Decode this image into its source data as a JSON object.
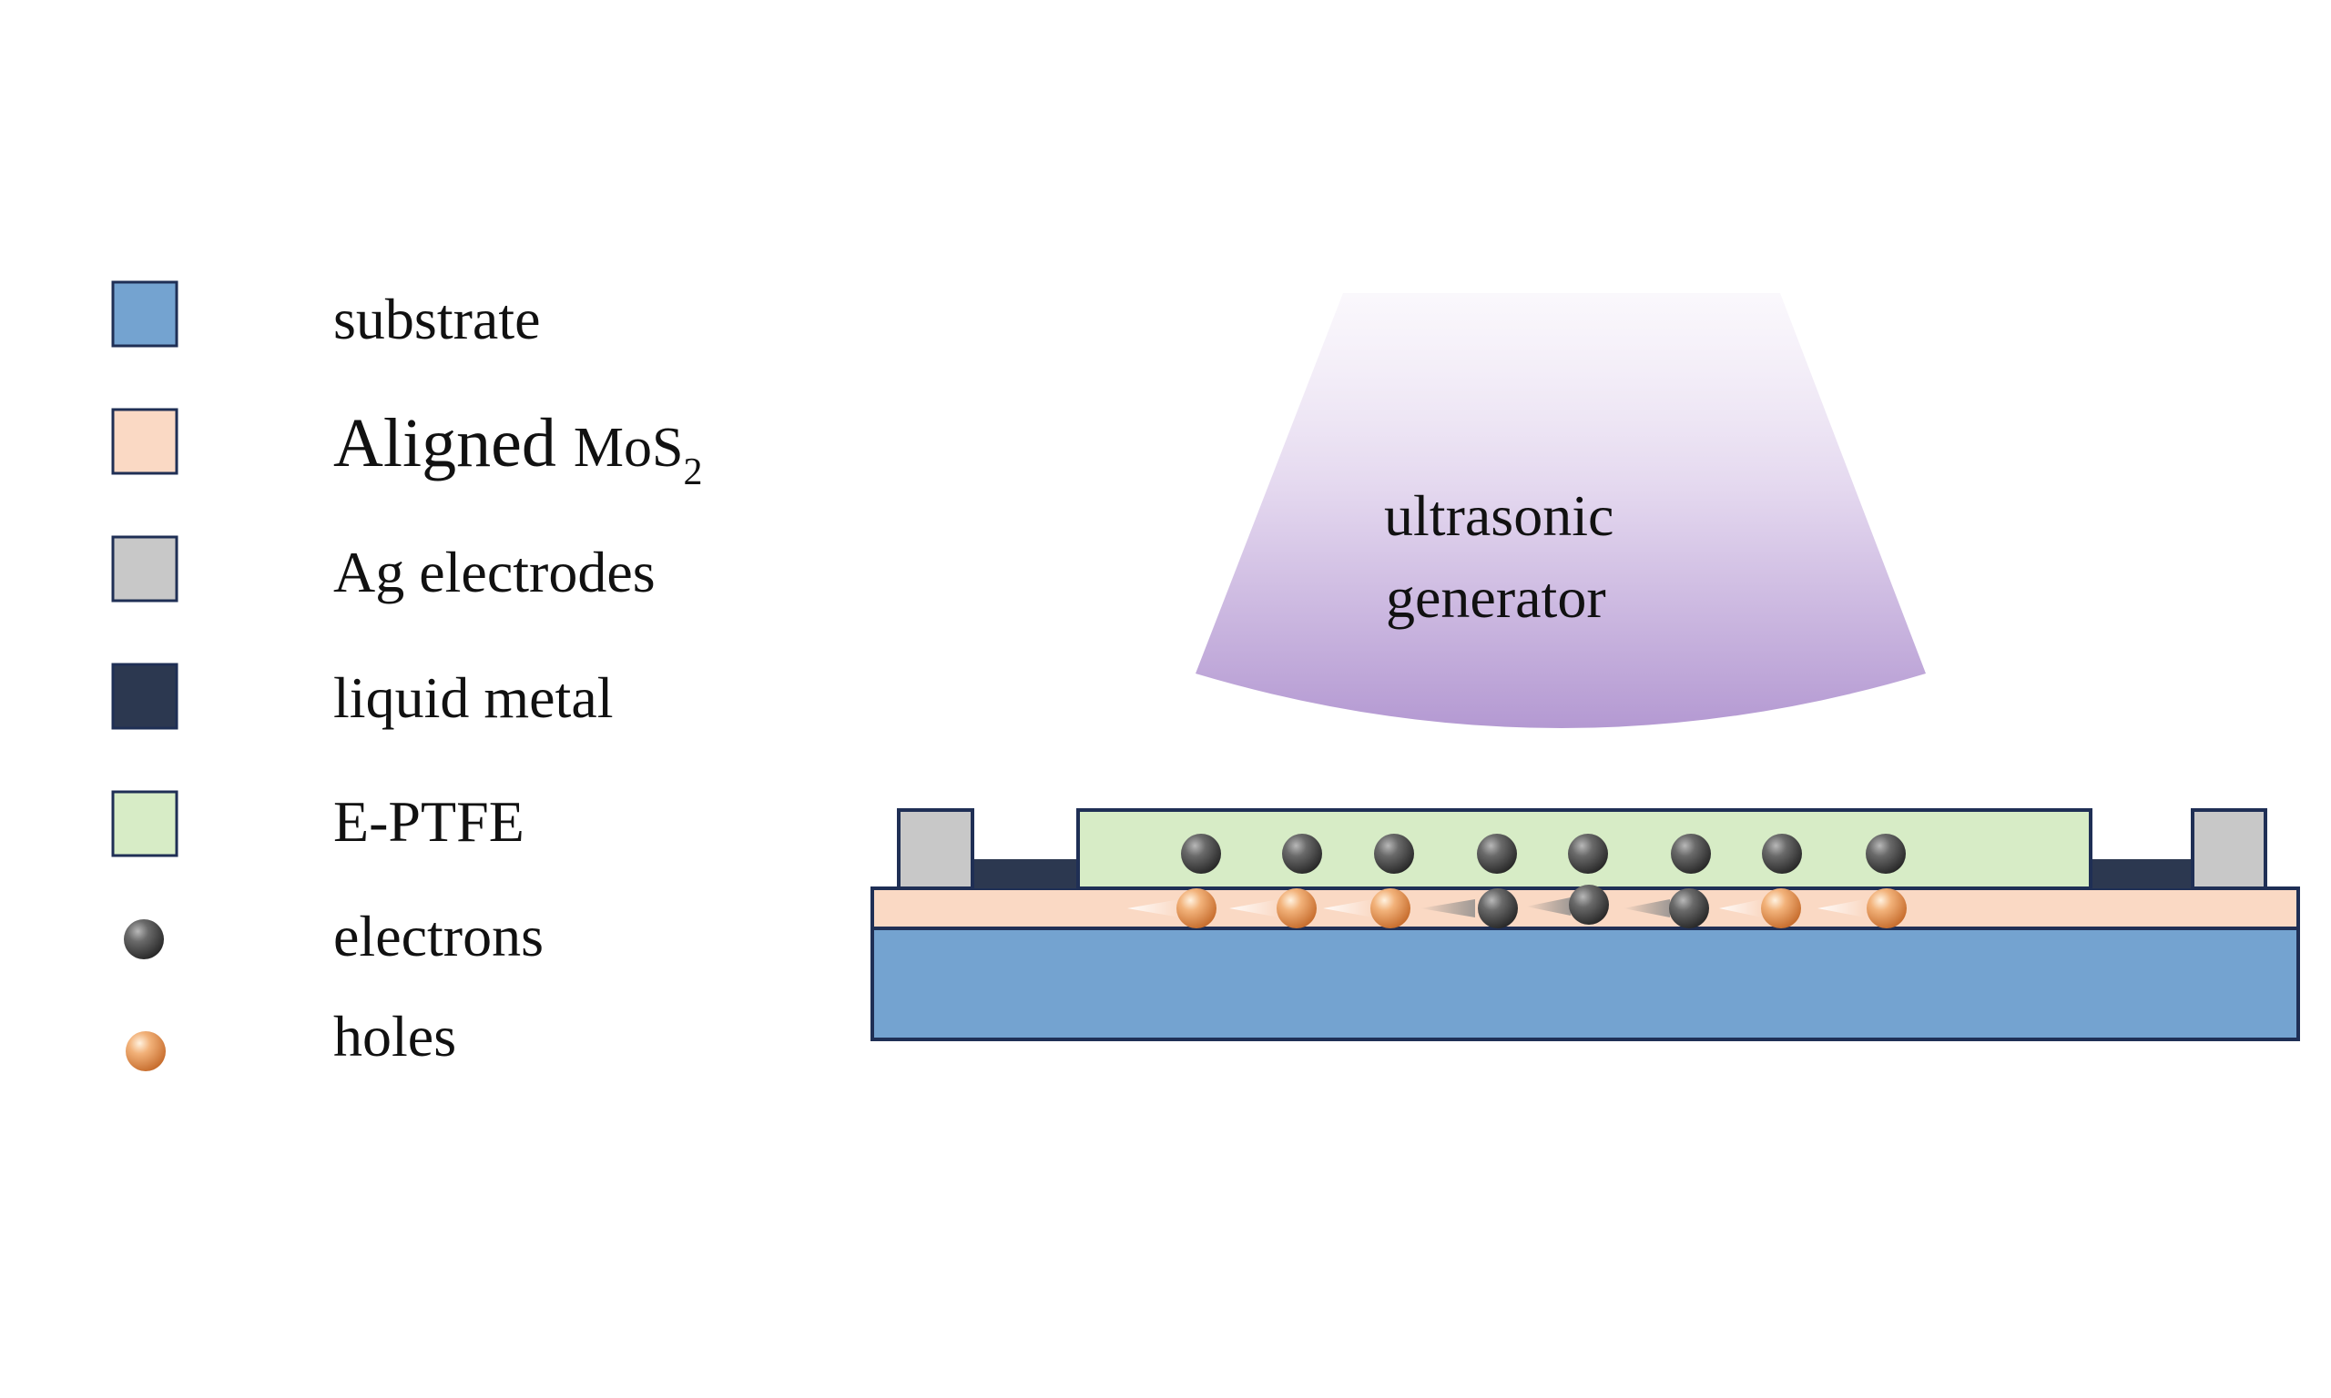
{
  "legend": {
    "substrate": "substrate",
    "mos2_prefix": "Aligned ",
    "mos2_formula": "MoS",
    "mos2_subscript": "2",
    "ag": "Ag electrodes",
    "liquid_metal": "liquid metal",
    "eptfe": "E-PTFE",
    "electrons": "electrons",
    "holes": "holes"
  },
  "generator": {
    "line1": "ultrasonic",
    "line2": "generator"
  },
  "colors": {
    "substrate": "#74a3d0",
    "mos2": "#fad9c4",
    "ag": "#c8c8c8",
    "liquid_metal": "#2c3850",
    "eptfe": "#d7ecc6",
    "outline": "#1f2f55",
    "generator_top": "#f6f1f9",
    "generator_bottom": "#b69ad3",
    "electron": "#3a3a3a",
    "hole": "#e8955a"
  },
  "carriers": {
    "top_row": [
      "electron",
      "electron",
      "electron",
      "electron",
      "electron",
      "electron",
      "electron",
      "electron"
    ],
    "bottom_row": [
      "hole",
      "hole",
      "hole",
      "electron",
      "electron",
      "electron",
      "hole",
      "hole"
    ]
  }
}
